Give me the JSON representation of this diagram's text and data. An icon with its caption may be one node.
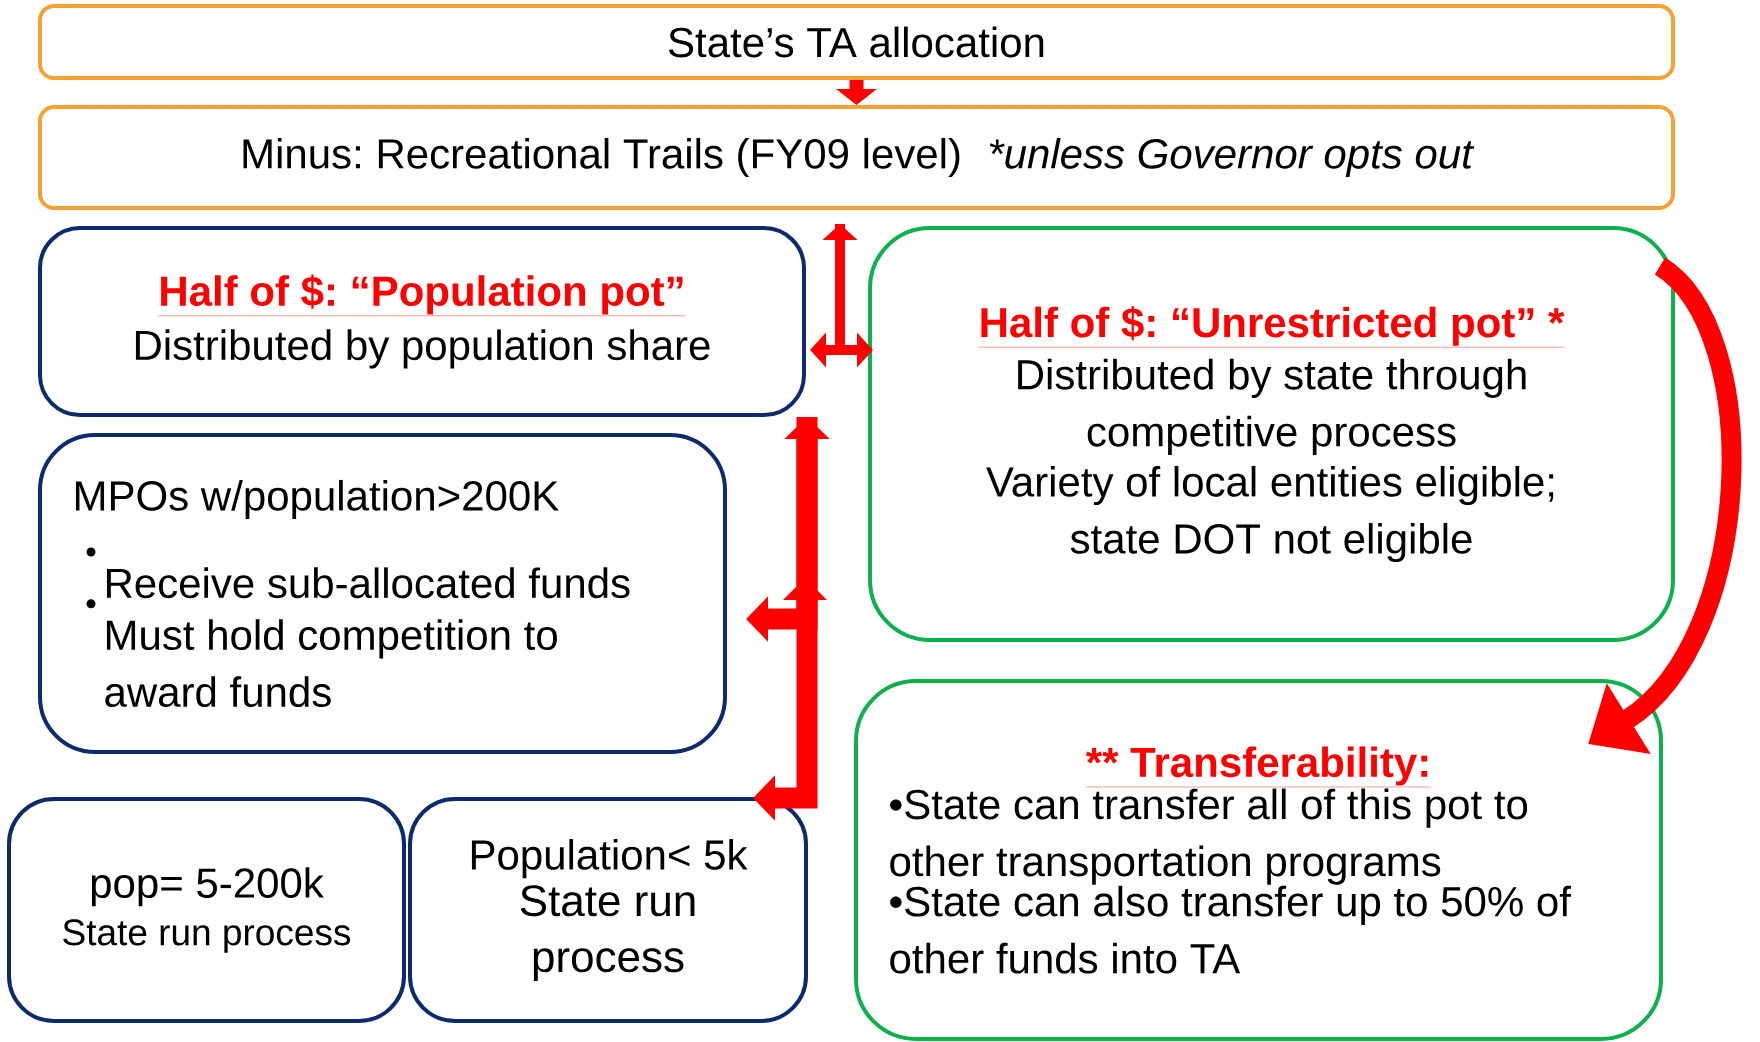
{
  "diagram": {
    "nodes": [
      {
        "text": [
          "State’s TA allocation"
        ]
      },
      {
        "text": [
          "Minus: Recreational Trails (FY09 level)",
          "*unless Governor opts out"
        ]
      },
      {
        "text": [
          "Half of $: “Population pot”",
          "Distributed by population share"
        ]
      },
      {
        "text": [
          "Half of $: “Unrestricted pot” *",
          "Distributed by state through competitive process",
          "Variety of local entities eligible; state DOT not eligible"
        ]
      },
      {
        "text": [
          "MPOs w/population>200K",
          "Receive sub-allocated funds",
          "Must hold competition to award funds"
        ]
      },
      {
        "text": [
          "pop=  5-200k",
          "State run process"
        ]
      },
      {
        "text": [
          "Population< 5k",
          "State run process"
        ]
      },
      {
        "text": [
          "** Transferability:",
          "•State can transfer all of this pot to other transportation programs",
          "•State can also transfer up to 50% of other funds into TA"
        ]
      }
    ],
    "edges": [
      {
        "from": 0,
        "to": 1,
        "arrow": "to"
      },
      {
        "from": 1,
        "to": 2,
        "arrow": "both"
      },
      {
        "from": 1,
        "to": 3,
        "arrow": "to"
      },
      {
        "from": 2,
        "to": 4,
        "arrow": "both"
      },
      {
        "from": 2,
        "to": 6,
        "arrow": "to"
      },
      {
        "from": 3,
        "to": 7,
        "arrow": "to"
      }
    ]
  }
}
